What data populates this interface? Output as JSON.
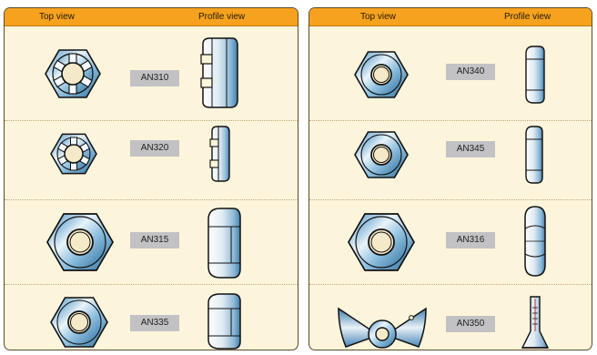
{
  "headers": {
    "left": {
      "top_view": "Top view",
      "profile_view": "Profile view"
    },
    "right": {
      "top_view": "Top view",
      "profile_view": "Profile view"
    }
  },
  "nuts": {
    "left": [
      {
        "label": "AN310",
        "top_icon": "castellated-nut-top-icon",
        "profile_icon": "castellated-nut-profile-icon"
      },
      {
        "label": "AN320",
        "top_icon": "shear-castellated-nut-top-icon",
        "profile_icon": "shear-castellated-nut-profile-icon"
      },
      {
        "label": "AN315",
        "top_icon": "plain-hex-nut-top-icon",
        "profile_icon": "plain-hex-nut-profile-icon"
      },
      {
        "label": "AN335",
        "top_icon": "plain-hex-nut-fine-top-icon",
        "profile_icon": "plain-hex-nut-fine-profile-icon"
      }
    ],
    "right": [
      {
        "label": "AN340",
        "top_icon": "plain-hex-nut-top-icon",
        "profile_icon": "thin-nut-profile-icon"
      },
      {
        "label": "AN345",
        "top_icon": "plain-hex-nut-top-icon",
        "profile_icon": "thin-nut-profile-icon"
      },
      {
        "label": "AN316",
        "top_icon": "check-nut-top-icon",
        "profile_icon": "check-nut-profile-icon"
      },
      {
        "label": "AN350",
        "top_icon": "wing-nut-top-icon",
        "profile_icon": "wing-nut-profile-icon"
      }
    ]
  },
  "colors": {
    "header": "#f6a21e",
    "panel_bg": "#fdf4dc",
    "label_bg": "#c2c2c4",
    "metal": "#5ba3cf"
  }
}
